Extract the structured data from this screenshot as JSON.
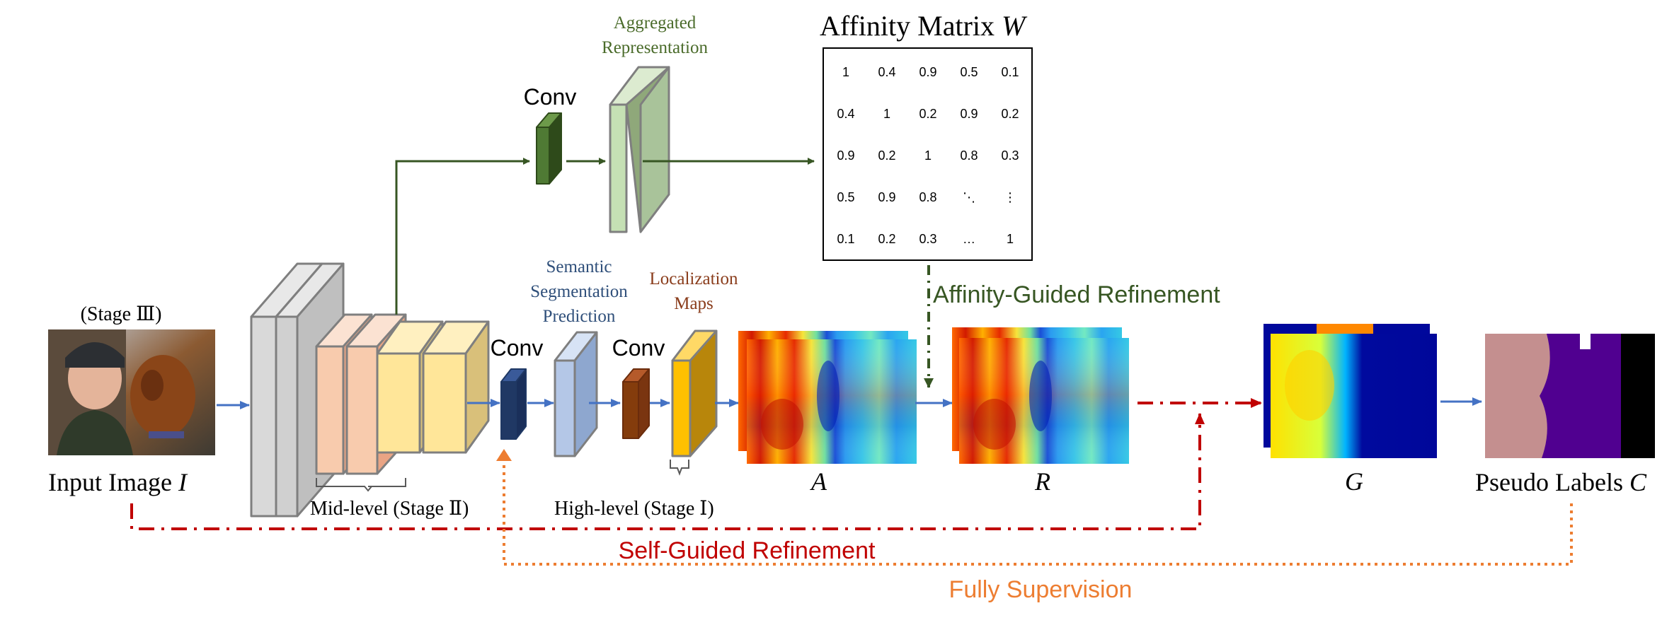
{
  "colors": {
    "green_path": "#375623",
    "green_text": "#4a6b2a",
    "blue_arrow": "#4472c4",
    "red": "#c00000",
    "orange": "#ed7d31",
    "sem_text": "#2f4f7a",
    "loc_text": "#8a3d1c"
  },
  "input": {
    "stage_label": "(Stage Ⅲ)",
    "label_text": "Input Image ",
    "label_var": "I"
  },
  "backbone": {
    "mid_label": "Mid-level  (Stage Ⅱ)",
    "high_label": "High-level  (Stage Ⅰ)"
  },
  "conv_labels": {
    "top": "Conv",
    "first": "Conv",
    "second": "Conv"
  },
  "aggregated": {
    "line1": "Aggregated",
    "line2": "Representation"
  },
  "semantic": {
    "line1": "Semantic",
    "line2": "Segmentation",
    "line3": "Prediction"
  },
  "localization": {
    "line1": "Localization",
    "line2": "Maps"
  },
  "affinity": {
    "title_text": "Affinity Matrix ",
    "title_var": "W",
    "matrix": [
      [
        "1",
        "0.4",
        "0.9",
        "0.5",
        "0.1"
      ],
      [
        "0.4",
        "1",
        "0.2",
        "0.9",
        "0.2"
      ],
      [
        "0.9",
        "0.2",
        "1",
        "0.8",
        "0.3"
      ],
      [
        "0.5",
        "0.9",
        "0.8",
        "⋱",
        "⋮"
      ],
      [
        "0.1",
        "0.2",
        "0.3",
        "…",
        "1"
      ]
    ]
  },
  "maps": {
    "a": "A",
    "r": "R",
    "g": "G"
  },
  "output": {
    "label_text": "Pseudo Labels ",
    "label_var": "C"
  },
  "refinement": {
    "affinity": "Affinity-Guided Refinement",
    "self": "Self-Guided Refinement",
    "fully": "Fully Supervision"
  }
}
